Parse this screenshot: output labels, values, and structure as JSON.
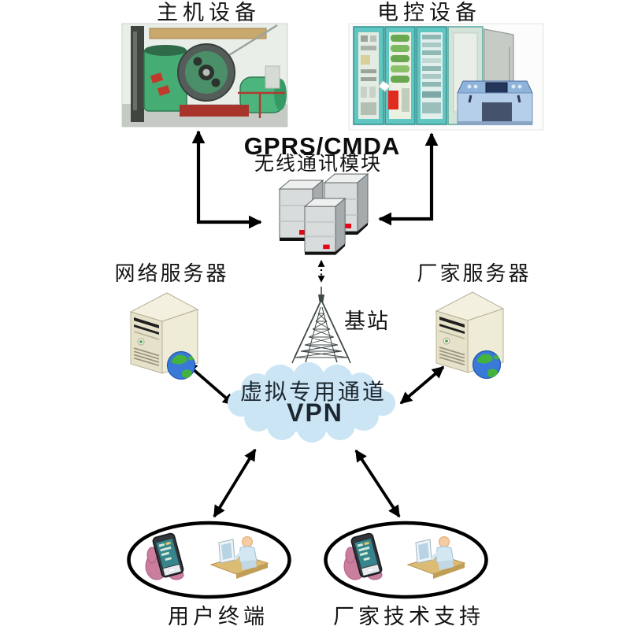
{
  "nodes": {
    "host_equipment": {
      "label": "主机设备"
    },
    "control_equipment": {
      "label": "电控设备"
    },
    "wireless_module": {
      "title": "GPRS/CMDA",
      "subtitle": "无线通讯模块"
    },
    "network_server": {
      "label": "网络服务器"
    },
    "vendor_server": {
      "label": "厂家服务器"
    },
    "base_station": {
      "label": "基站"
    },
    "vpn_cloud": {
      "title": "虚拟专用通道",
      "subtitle": "VPN"
    },
    "user_terminal": {
      "label": "用户终端"
    },
    "vendor_support": {
      "label": "厂家技术支持"
    }
  },
  "colors": {
    "background": "#ffffff",
    "arrow": "#000000",
    "cloud_fill": "#cbe5f4",
    "server_body": "#e9e5cf",
    "module_body": "#d8dcdd",
    "module_led": "#e30613",
    "cabinet_teal": "#5fc6c2",
    "machine_green": "#4cb57d",
    "globe_blue": "#3a79d8",
    "globe_green": "#44b33e",
    "hand_pink": "#c97e9e",
    "phone_screen": "#36858d",
    "ellipse_stroke": "#000000",
    "text": "#141414"
  }
}
